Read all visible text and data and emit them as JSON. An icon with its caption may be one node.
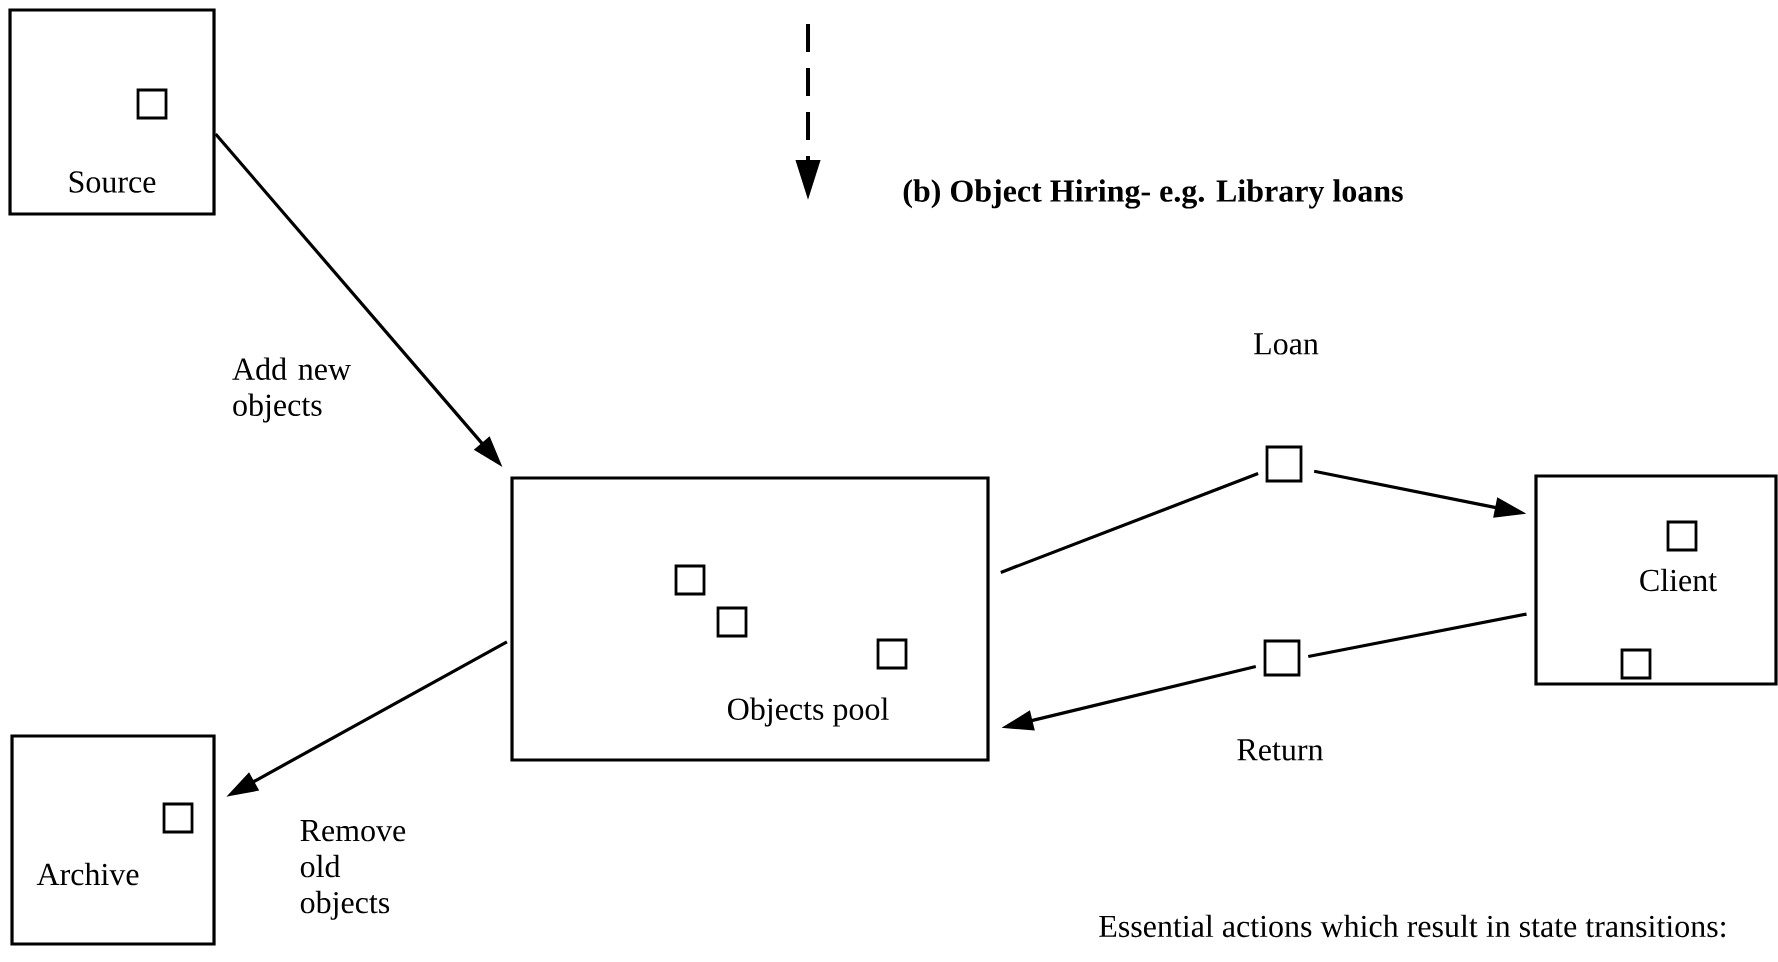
{
  "diagram": {
    "title": "(b) Object Hiring- e.g. Library loans",
    "nodes": [
      {
        "text": [
          "Source"
        ]
      },
      {
        "text": [
          "Objects pool"
        ]
      },
      {
        "text": [
          "Client"
        ]
      },
      {
        "text": [
          "Archive"
        ]
      },
      {
        "text": [],
        "shape": "box",
        "beside": [
          "Loan"
        ]
      },
      {
        "text": [],
        "shape": "box",
        "beside": [
          "Return"
        ]
      }
    ],
    "edges": [
      {
        "from": 0,
        "to": 1,
        "arrow": "to",
        "label": "Add new objects"
      },
      {
        "from": 1,
        "to": 3,
        "arrow": "to",
        "label": "Remove old objects"
      },
      {
        "from": 1,
        "to": 4,
        "arrow": "none"
      },
      {
        "from": 4,
        "to": 2,
        "arrow": "to"
      },
      {
        "from": 2,
        "to": 5,
        "arrow": "none"
      },
      {
        "from": 5,
        "to": 1,
        "arrow": "to"
      }
    ],
    "labels": [
      "Essential  actions which result in state transitions:"
    ]
  }
}
